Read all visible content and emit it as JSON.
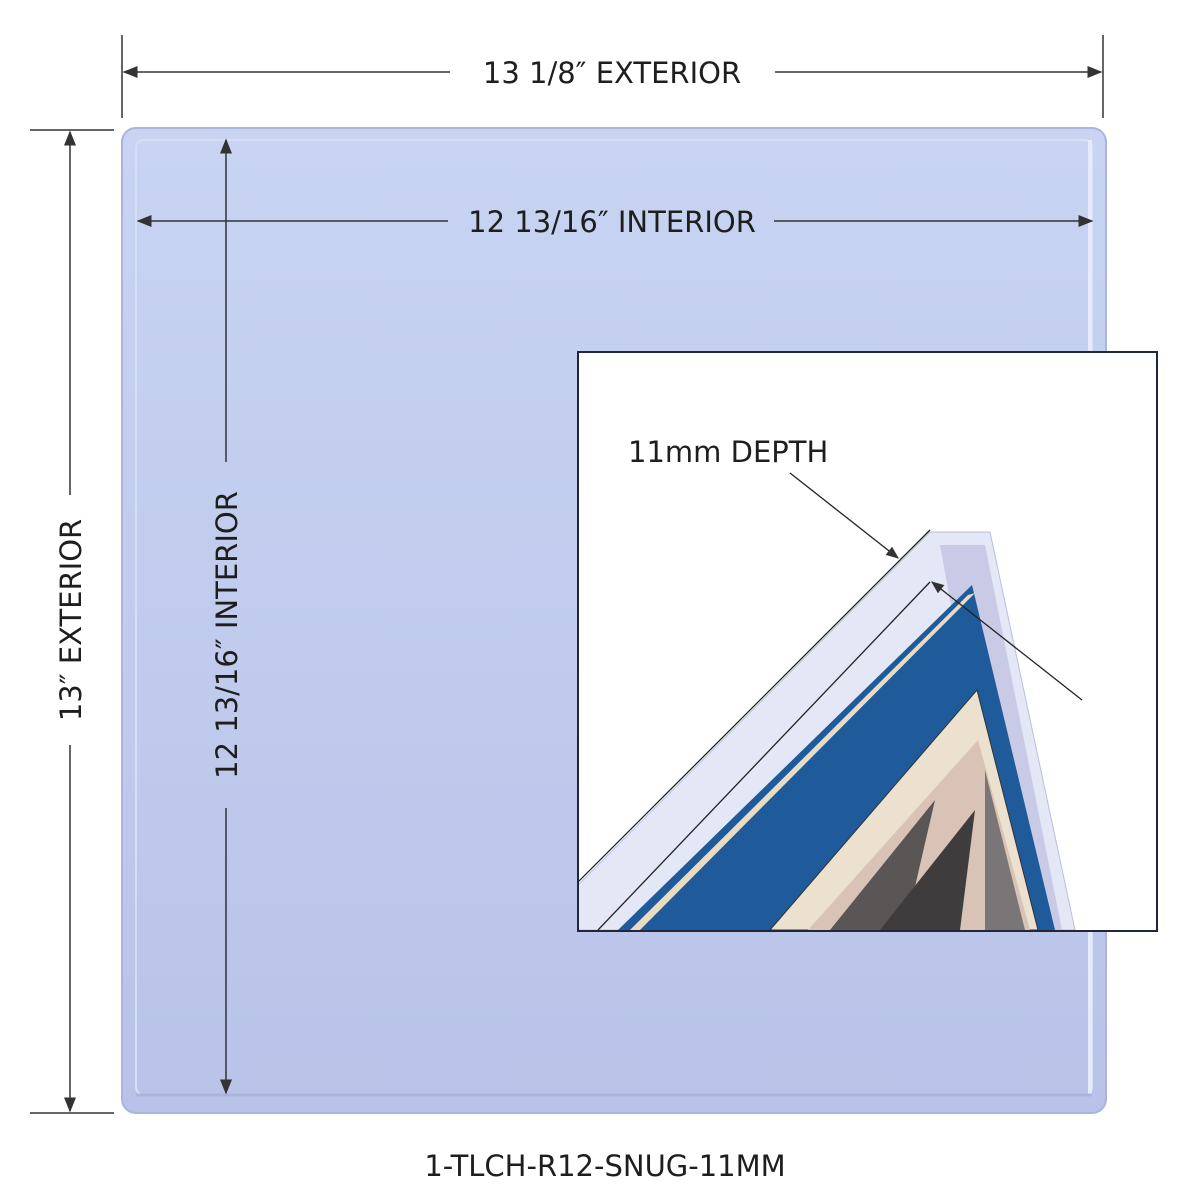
{
  "dimensions": {
    "exterior_width": "13 1/8″ EXTERIOR",
    "interior_width": "12 13/16″ INTERIOR",
    "exterior_height": "13″ EXTERIOR",
    "interior_height": "12 13/16″ INTERIOR"
  },
  "inset": {
    "depth_label": "11mm DEPTH"
  },
  "product_code": "1-TLCH-R12-SNUG-11MM",
  "colors": {
    "panel": "#c2ccee",
    "photo_blue": "#1f5a9a",
    "line": "#333333"
  }
}
